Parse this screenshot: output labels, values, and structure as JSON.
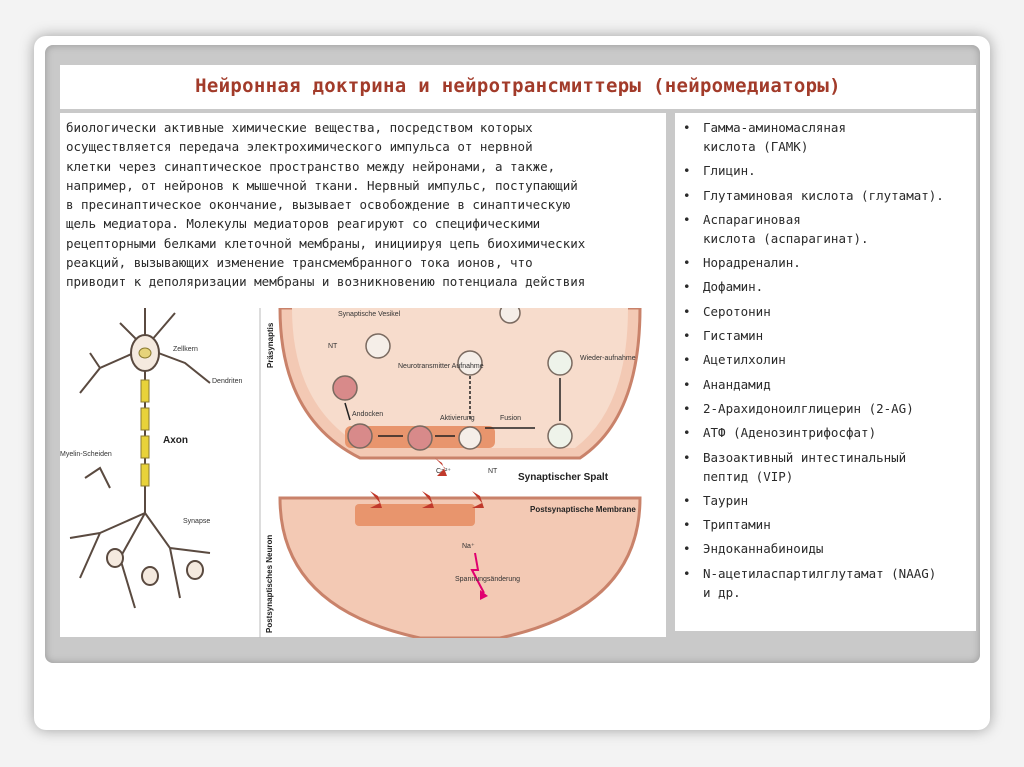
{
  "slide": {
    "title": "Нейронная доктрина и нейротрансмиттеры (нейромедиаторы)",
    "description_lines": [
      "биологически активные химические вещества, посредством которых",
      "осуществляется передача электрохимического импульса от нервной",
      "клетки через синаптическое пространство между нейронами, а также,",
      "например, от нейронов к мышечной ткани. Нервный импульс, поступающий",
      "в пресинаптическое окончание, вызывает освобождение в синаптическую",
      "щель медиатора. Молекулы медиаторов реагируют со специфическими",
      "рецепторными белками клеточной мембраны, инициируя цепь биохимических",
      "реакций, вызывающих изменение трансмембранного тока ионов, что",
      "приводит к деполяризации мембраны и возникновению потенциала действия"
    ],
    "bullet_symbol": "•",
    "neurotransmitters": [
      "Гамма-аминомасляная\nкислота (ГАМК)",
      "Глицин.",
      "Глутаминовая кислота (глутамат).",
      "Аспарагиновая\nкислота (аспарагинат).",
      "Норадреналин.",
      "Дофамин.",
      "Серотонин",
      "Гистамин",
      "Ацетилхолин",
      "Анандамид",
      "2-Арахидоноилглицерин (2-AG)",
      "АТФ (Аденозинтрифосфат)",
      "Вазоактивный интестинальный\nпептид (VIP)",
      "Таурин",
      "Триптамин",
      "Эндоканнабиноиды",
      "N-ацетиласпартилглутамат (NAAG)\nи др."
    ]
  },
  "diagram": {
    "neuron_labels": {
      "cell_body": "Zellkern",
      "dendrites": "Dendriten",
      "myelin": "Myelin-Scheiden",
      "axon": "Axon",
      "synapse": "Synapse"
    },
    "synapse_labels": {
      "presynaptic": "Präsynaptis",
      "vesicle": "Synaptische Vesikel",
      "nt": "NT",
      "nt_uptake": "Neurotransmitter Aufnahme",
      "docking": "Andocken",
      "activation": "Aktivierung",
      "fusion": "Fusion",
      "reuptake": "Wieder-aufnahme",
      "ca": "Ca²⁺",
      "cleft": "Synaptischer Spalt",
      "postsyn_membrane": "Postsynaptische Membrane",
      "postsyn_neuron": "Postsynaptisches Neuron",
      "na": "Na⁺",
      "voltage_change": "Spannungsänderung"
    },
    "colors": {
      "title_red": "#a23b2a",
      "membrane_fill": "#f3c9b4",
      "membrane_stroke": "#c9826a",
      "channel_red": "#c0392b",
      "axon_yellow": "#e8d23a",
      "arrow_magenta": "#e0006f"
    }
  }
}
